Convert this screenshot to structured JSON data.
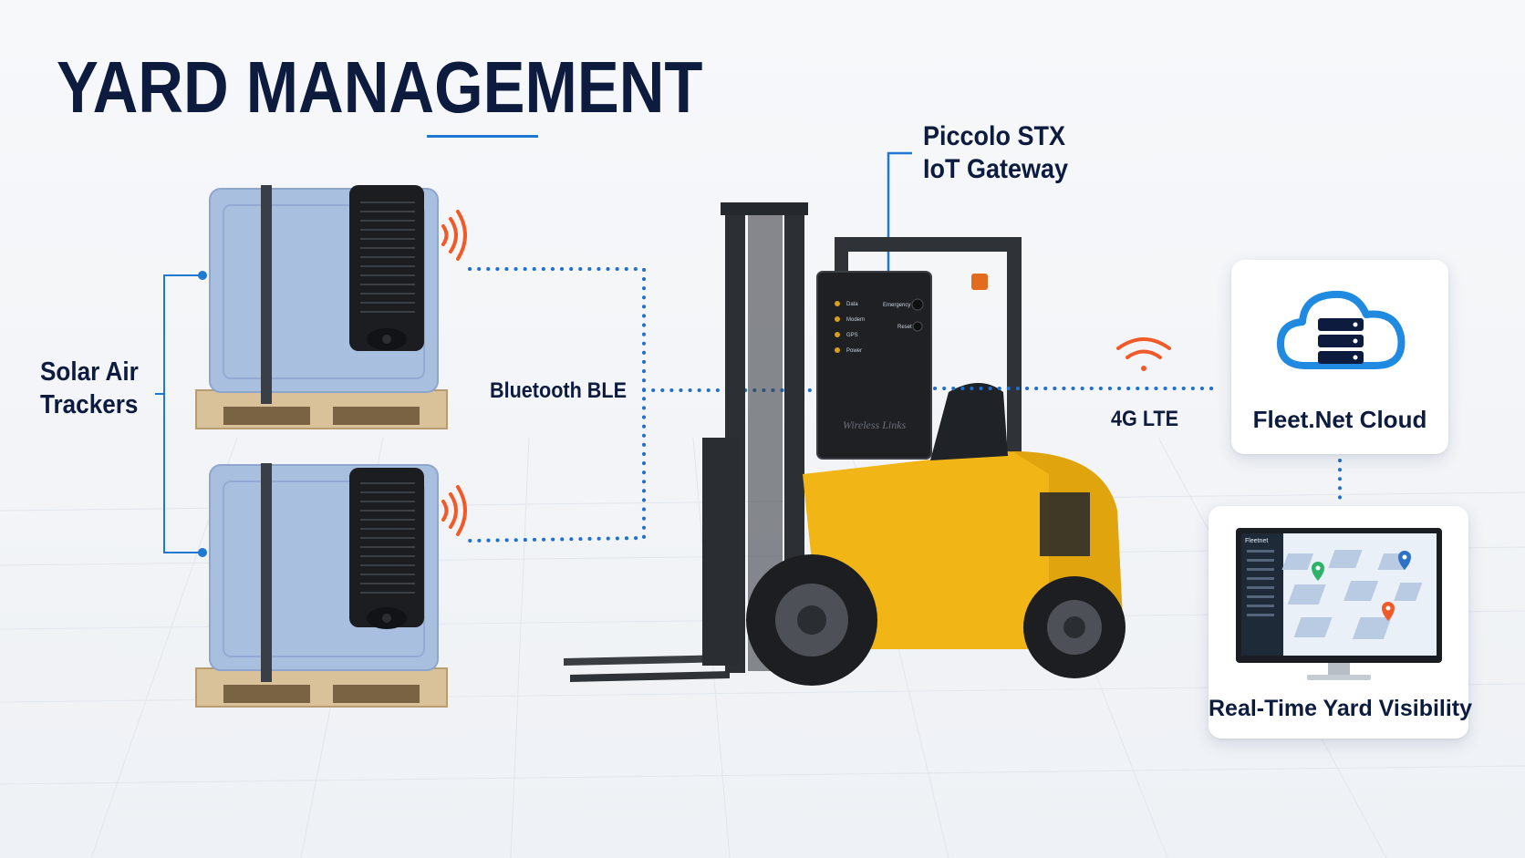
{
  "page": {
    "title": "YARD MANAGEMENT"
  },
  "labels": {
    "solar_trackers_line1": "Solar Air",
    "solar_trackers_line2": "Trackers",
    "bluetooth": "Bluetooth BLE",
    "gateway_line1": "Piccolo STX",
    "gateway_line2": "IoT Gateway",
    "lte": "4G LTE",
    "cloud": "Fleet.Net Cloud",
    "visibility": "Real-Time Yard Visibility"
  },
  "gateway_device": {
    "leds": [
      "Data",
      "Modem",
      "GPS",
      "Power"
    ],
    "buttons": [
      "Emergency",
      "Reset"
    ],
    "brand": "Wireless Links"
  },
  "dashboard": {
    "app_name": "Fleetnet"
  },
  "colors": {
    "title": "#0d1b3e",
    "accent_blue": "#1f78d1",
    "signal_orange": "#f05a28",
    "forklift_yellow": "#f2b516",
    "crate_blue": "#a9bfe0",
    "pallet_wood": "#d9c19a"
  },
  "icons": [
    "signal-waves-icon",
    "wifi-icon",
    "cloud-server-icon",
    "monitor-icon",
    "map-pin-icon"
  ]
}
